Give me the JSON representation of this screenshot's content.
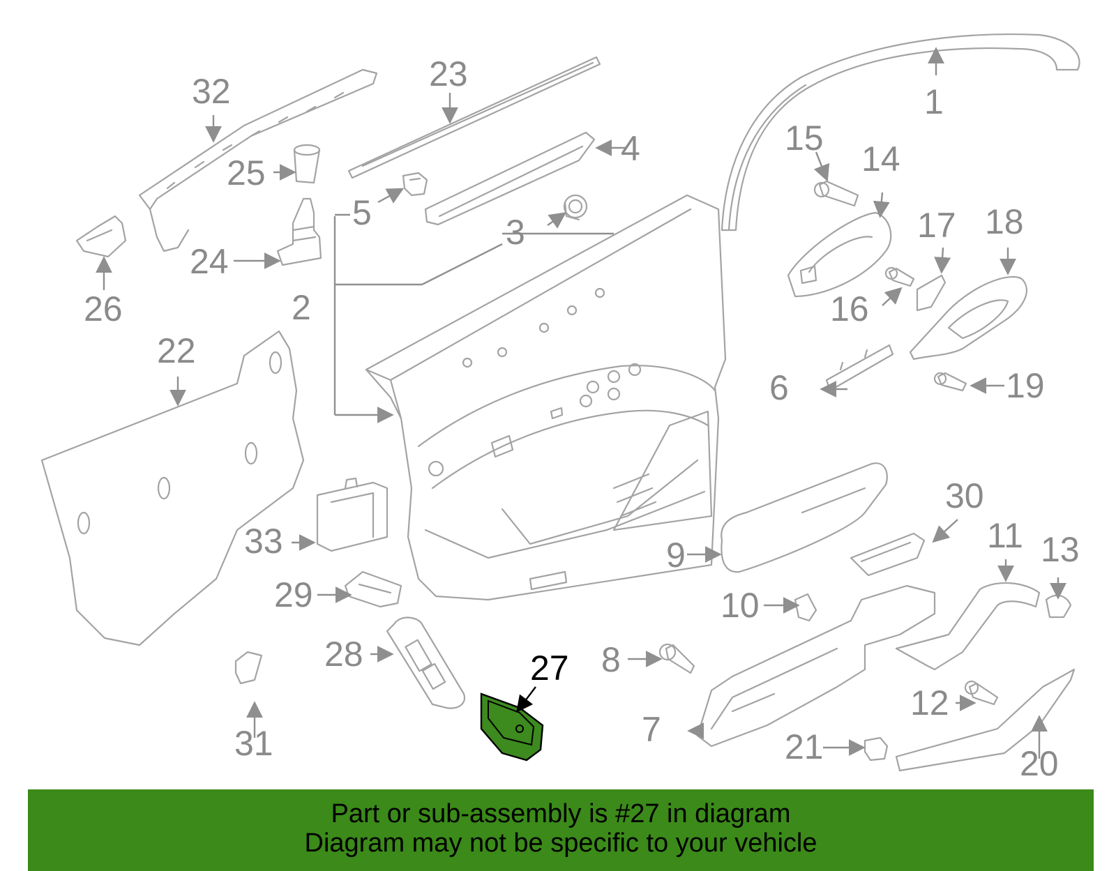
{
  "diagram": {
    "highlighted_part": "27",
    "highlight_color": "#3d8a1f",
    "part_color": "#a3a3a3",
    "callouts": [
      "1",
      "2",
      "3",
      "4",
      "5",
      "6",
      "7",
      "8",
      "9",
      "10",
      "11",
      "12",
      "13",
      "14",
      "15",
      "16",
      "17",
      "18",
      "19",
      "20",
      "21",
      "22",
      "23",
      "24",
      "25",
      "26",
      "27",
      "28",
      "29",
      "30",
      "31",
      "32",
      "33"
    ]
  },
  "banner": {
    "line1": "Part or sub-assembly is #27 in diagram",
    "line2": "Diagram may not be specific to your vehicle",
    "background": "#3b8a1a"
  }
}
